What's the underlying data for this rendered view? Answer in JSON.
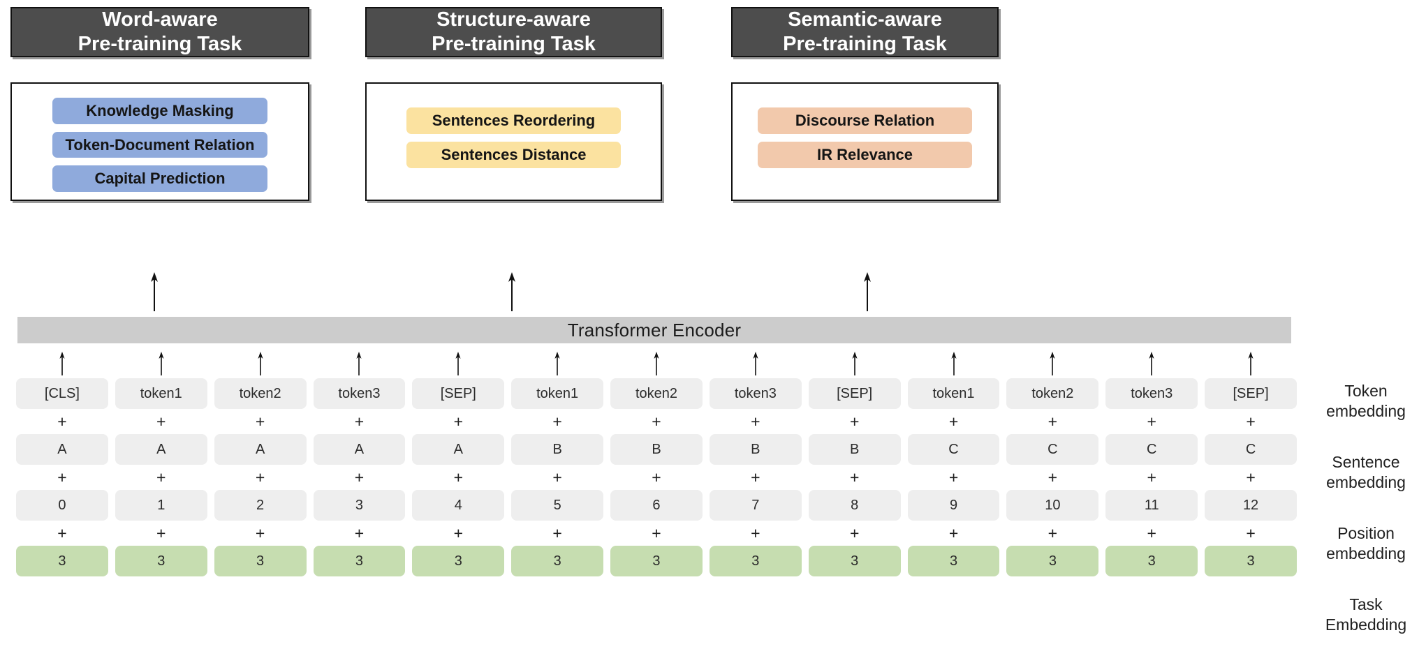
{
  "tasks": [
    {
      "header_line1": "Word-aware",
      "header_line2": "Pre-training Task",
      "items": [
        {
          "label": "Knowledge Masking"
        },
        {
          "label": "Token-Document Relation"
        },
        {
          "label": "Capital Prediction"
        }
      ],
      "color": "#8faadc"
    },
    {
      "header_line1": "Structure-aware",
      "header_line2": "Pre-training Task",
      "items": [
        {
          "label": "Sentences Reordering"
        },
        {
          "label": "Sentences Distance"
        }
      ],
      "color": "#fbe2a0"
    },
    {
      "header_line1": "Semantic-aware",
      "header_line2": "Pre-training Task",
      "items": [
        {
          "label": "Discourse Relation"
        },
        {
          "label": "IR Relevance"
        }
      ],
      "color": "#f2c9ac"
    }
  ],
  "encoder": {
    "label": "Transformer Encoder"
  },
  "embeddings": {
    "plus_symbol": "+",
    "row_labels": [
      {
        "line1": "Token",
        "line2": "embedding"
      },
      {
        "line1": "Sentence",
        "line2": "embedding"
      },
      {
        "line1": "Position",
        "line2": "embedding"
      },
      {
        "line1": "Task",
        "line2": "Embedding"
      }
    ],
    "token": [
      "[CLS]",
      "token1",
      "token2",
      "token3",
      "[SEP]",
      "token1",
      "token2",
      "token3",
      "[SEP]",
      "token1",
      "token2",
      "token3",
      "[SEP]"
    ],
    "sentence": [
      "A",
      "A",
      "A",
      "A",
      "A",
      "B",
      "B",
      "B",
      "B",
      "C",
      "C",
      "C",
      "C"
    ],
    "position": [
      "0",
      "1",
      "2",
      "3",
      "4",
      "5",
      "6",
      "7",
      "8",
      "9",
      "10",
      "11",
      "12"
    ],
    "task": [
      "3",
      "3",
      "3",
      "3",
      "3",
      "3",
      "3",
      "3",
      "3",
      "3",
      "3",
      "3",
      "3"
    ]
  },
  "colors": {
    "header_bg": "#4d4d4d",
    "encoder_bg": "#cccccc",
    "cell_bg": "#eeeeee",
    "task_cell_bg": "#c6ddb0",
    "word_pill": "#8faadc",
    "structure_pill": "#fbe2a0",
    "semantic_pill": "#f2c9ac"
  }
}
